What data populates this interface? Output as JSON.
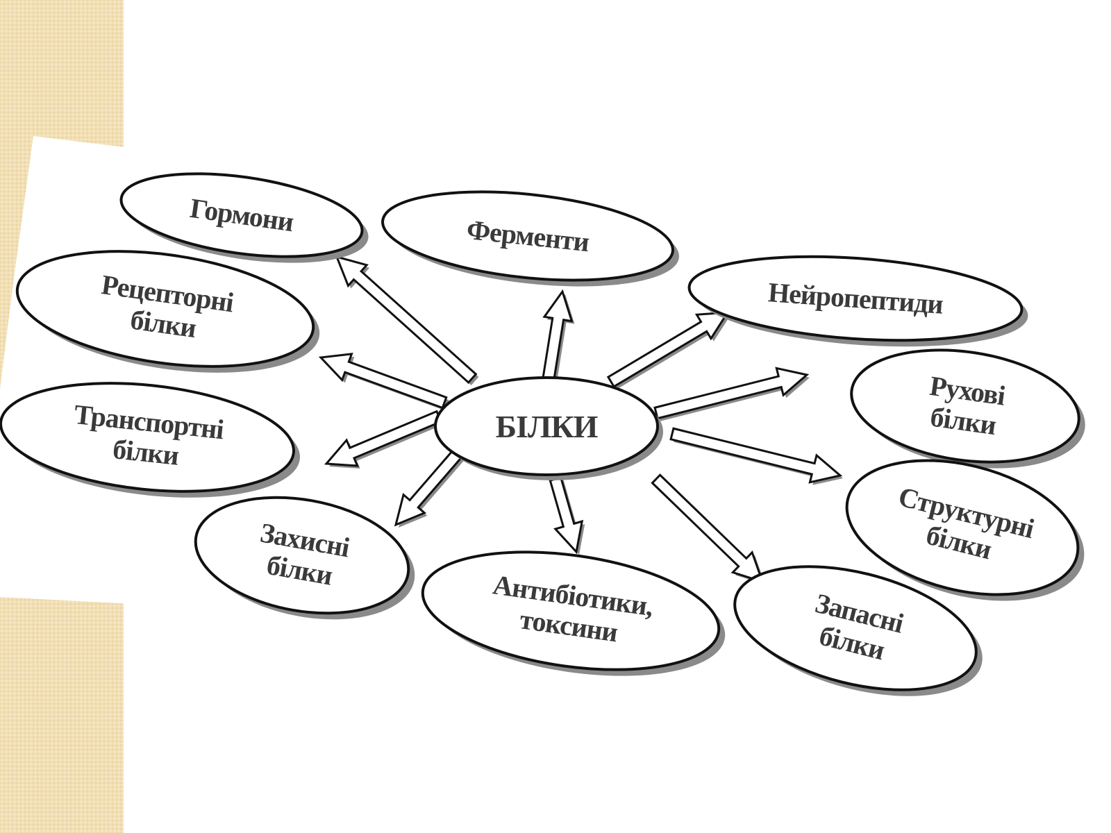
{
  "center": {
    "label": "БІЛКИ"
  },
  "nodes": [
    {
      "id": "hormony",
      "lines": [
        "Гормони"
      ]
    },
    {
      "id": "fermenty",
      "lines": [
        "Ферменти"
      ]
    },
    {
      "id": "neiropeptydy",
      "lines": [
        "Нейропептиди"
      ]
    },
    {
      "id": "retseptorni",
      "lines": [
        "Рецепторні",
        "білки"
      ]
    },
    {
      "id": "rukhovi",
      "lines": [
        "Рухові",
        "білки"
      ]
    },
    {
      "id": "transportni",
      "lines": [
        "Транспортні",
        "білки"
      ]
    },
    {
      "id": "strukturni",
      "lines": [
        "Структурні",
        "білки"
      ]
    },
    {
      "id": "zakhysni",
      "lines": [
        "Захисні",
        "білки"
      ]
    },
    {
      "id": "antybiotyky",
      "lines": [
        "Антибіотики,",
        "токсини"
      ]
    },
    {
      "id": "zapasni",
      "lines": [
        "Запасні",
        "білки"
      ]
    }
  ],
  "colors": {
    "background": "#ffffff",
    "side_band": "#f2dfb4",
    "stroke": "#111111",
    "shadow": "#8a8a8a",
    "fill": "#ffffff",
    "text": "#3a3a3a"
  }
}
